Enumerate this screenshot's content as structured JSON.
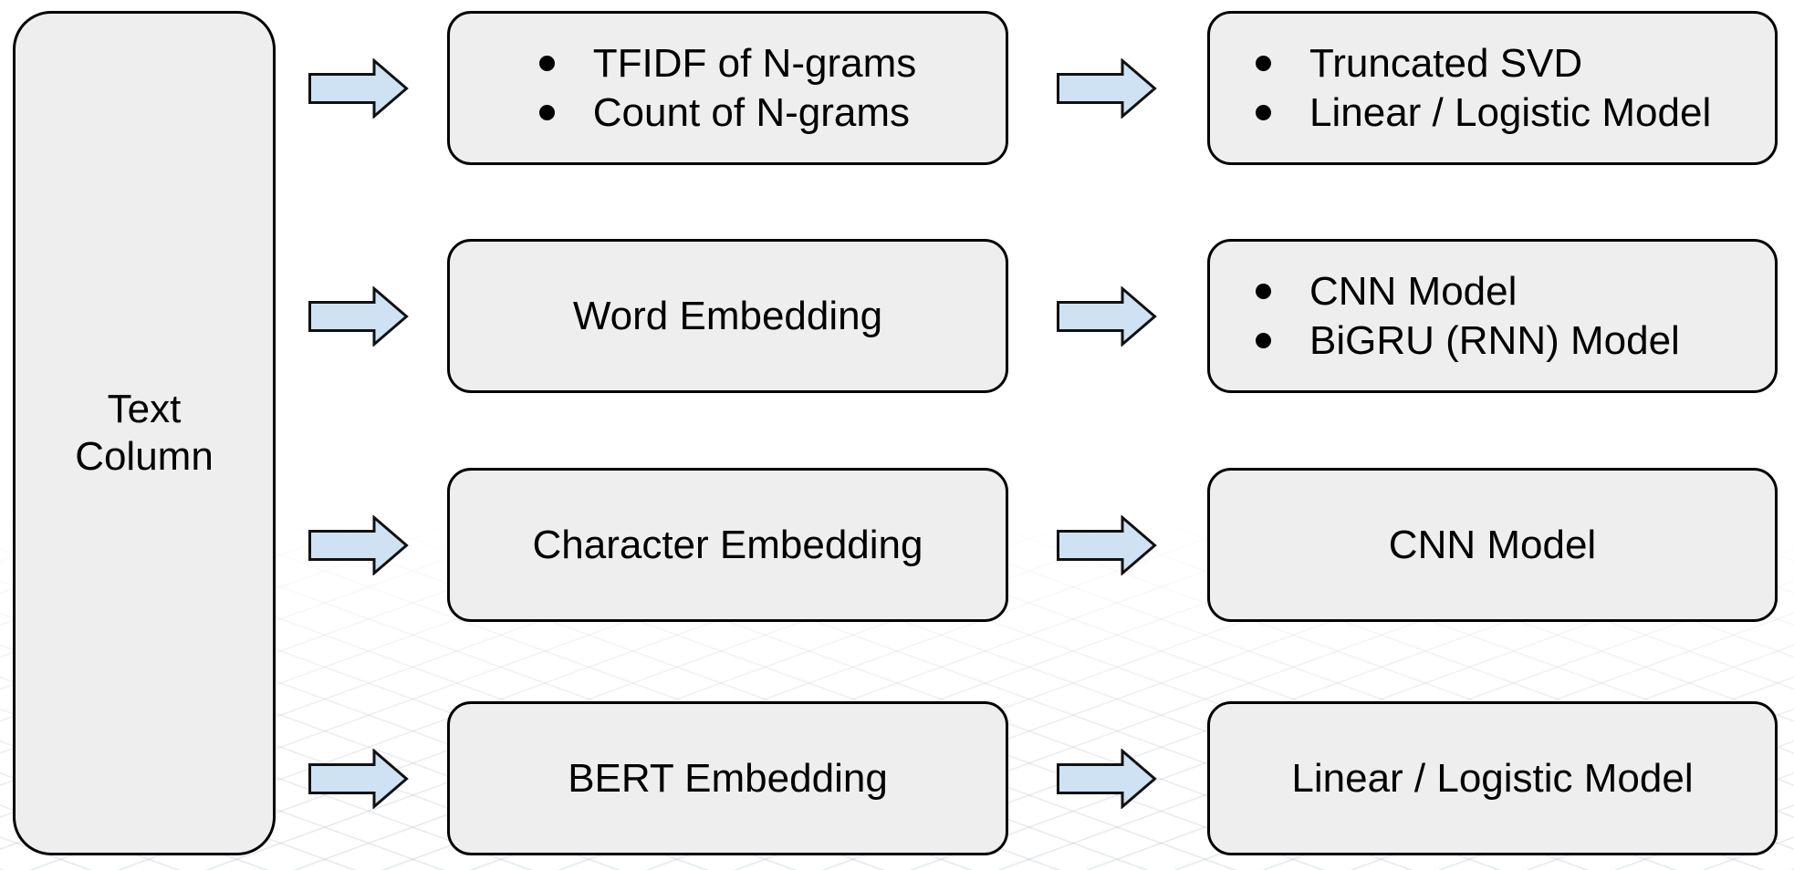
{
  "diagram": {
    "title_semantic": "text-feature-model-pipeline",
    "source": {
      "lines": [
        "Text",
        "Column"
      ]
    },
    "rows": [
      {
        "feature": {
          "items": [
            "TFIDF of N-grams",
            "Count of N-grams"
          ]
        },
        "model": {
          "items": [
            "Truncated SVD",
            "Linear / Logistic Model"
          ]
        }
      },
      {
        "feature": {
          "label": "Word Embedding"
        },
        "model": {
          "items": [
            "CNN Model",
            "BiGRU (RNN) Model"
          ]
        }
      },
      {
        "feature": {
          "label": "Character Embedding"
        },
        "model": {
          "label": "CNN Model"
        }
      },
      {
        "feature": {
          "label": "BERT Embedding"
        },
        "model": {
          "label": "Linear / Logistic Model"
        }
      }
    ],
    "icons": {
      "arrow": "right-block-arrow"
    },
    "colors": {
      "background": "#ffffff",
      "box_fill": "#eeeeee",
      "box_border": "#000000",
      "arrow_fill": "#cfe2f3",
      "arrow_border": "#111111",
      "text": "#000000",
      "mesh_line": "#adb8c9"
    }
  }
}
